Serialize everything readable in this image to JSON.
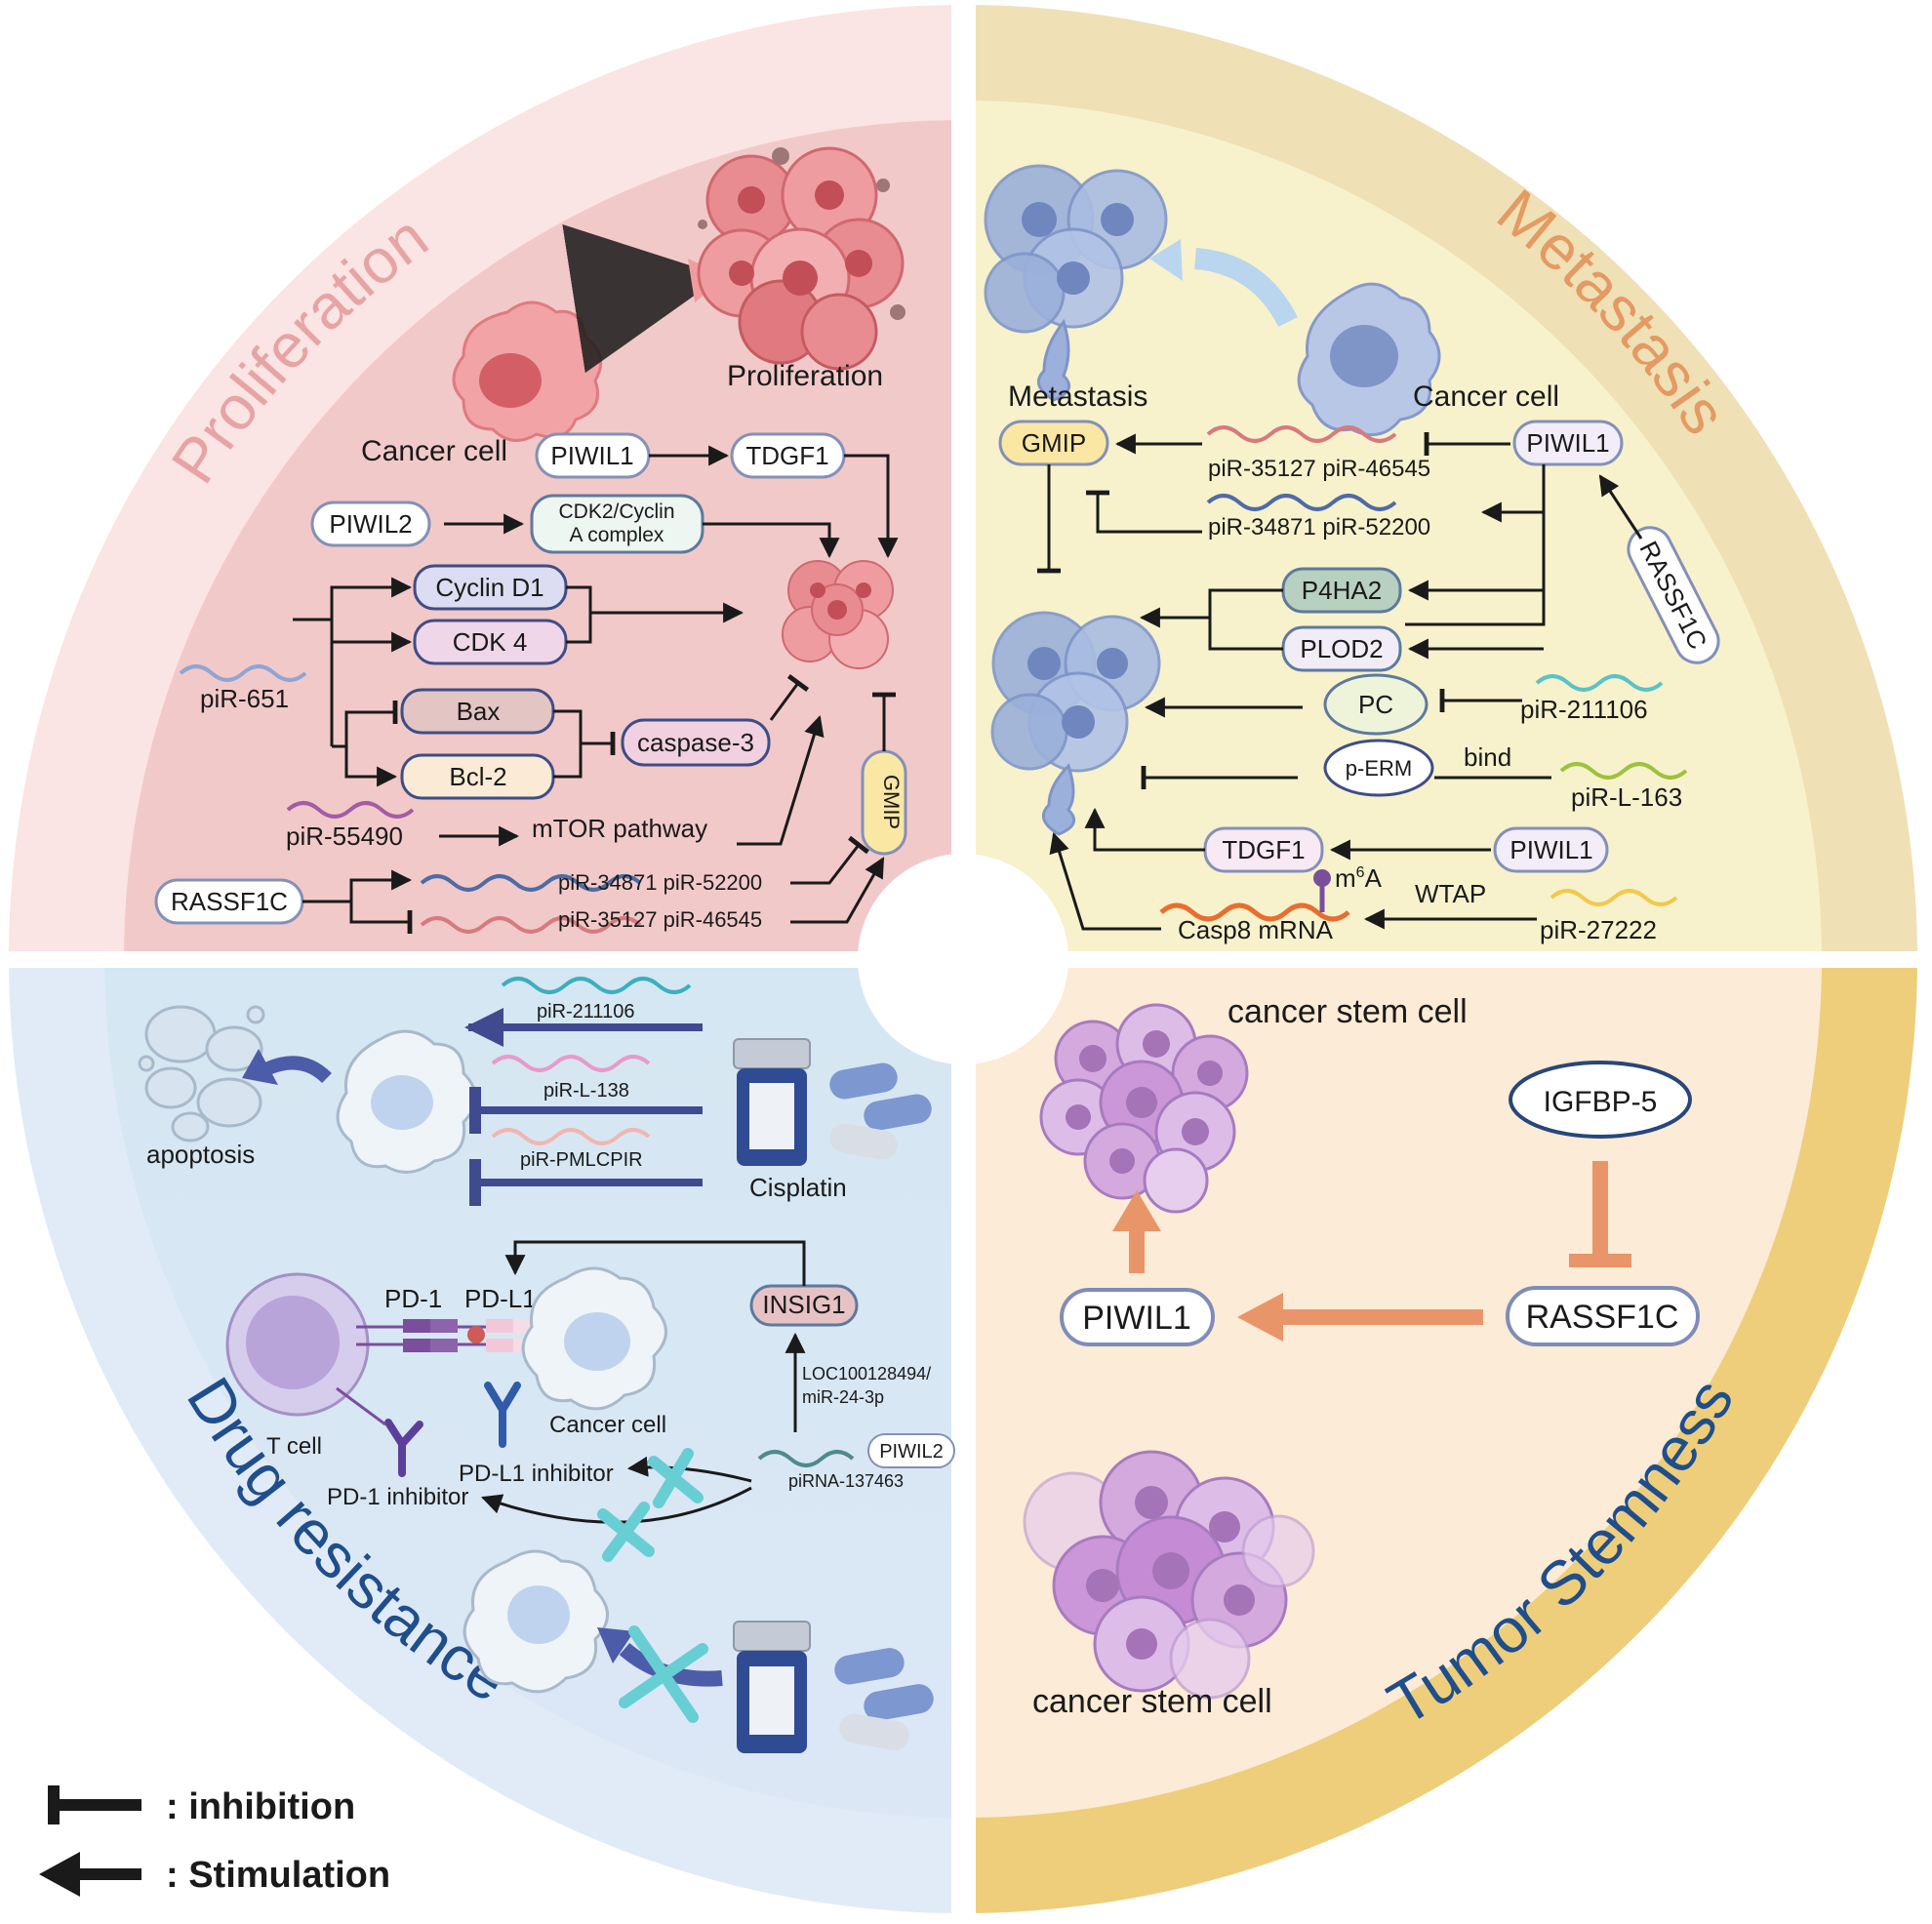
{
  "colors": {
    "proliferation_outer": "#FBE4E4",
    "proliferation_inner": "#F2C9C9",
    "metastasis_outer": "#EFE0B5",
    "metastasis_inner": "#F7F2CC",
    "drug_outer": "#E1EBF7",
    "drug_inner": "#CFE6EE",
    "stemness_outer": "#EECE7A",
    "stemness_inner": "#FCEBD6",
    "arrow": "#1A1A1A",
    "navy": "#3F4A8F",
    "orange": "#E9956A"
  },
  "quadrants": {
    "proliferation": "Proliferation",
    "metastasis": "Metastasis",
    "drug_resistance": "Drug resistance",
    "tumor_stemness": "Tumor Stemness"
  },
  "proliferation": {
    "proliferation_label": "Proliferation",
    "cancer_cell_label": "Cancer cell",
    "piwil1": "PIWIL1",
    "tdgf1": "TDGF1",
    "piwil2": "PIWIL2",
    "cdk2_line1": "CDK2/Cyclin",
    "cdk2_line2": "A complex",
    "cyclin_d1": "Cyclin D1",
    "cdk4": "CDK 4",
    "bax": "Bax",
    "bcl2": "Bcl-2",
    "caspase3": "caspase-3",
    "pir651": "piR-651",
    "pir55490": "piR-55490",
    "mtor": "mTOR  pathway",
    "gmip": "GMIP",
    "rassf1c": "RASSF1C",
    "pir_pair1": "piR-34871 piR-52200",
    "pir_pair2": "piR-35127 piR-46545"
  },
  "metastasis": {
    "metastasis_label": "Metastasis",
    "cancer_cell_label": "Cancer cell",
    "gmip": "GMIP",
    "piwil1_top": "PIWIL1",
    "pir_pair_top": "piR-35127 piR-46545",
    "pir_pair_bottom": "piR-34871 piR-52200",
    "rassf1c": "RASSF1C",
    "p4ha2": "P4HA2",
    "plod2": "PLOD2",
    "pc": "PC",
    "pir211106": "piR-211106",
    "perm": "p-ERM",
    "bind": "bind",
    "pirL163": "piR-L-163",
    "tdgf1": "TDGF1",
    "piwil1_bottom": "PIWIL1",
    "m6a": "m",
    "m6a_sup": "6",
    "m6a_a": "A",
    "wtap": "WTAP",
    "casp8": "Casp8 mRNA",
    "pir27222": "piR-27222"
  },
  "drug": {
    "pir211106": "piR-211106",
    "pirL138": "piR-L-138",
    "pirPML": "piR-PMLCPIR",
    "apoptosis": "apoptosis",
    "cisplatin": "Cisplatin",
    "pd1": "PD-1",
    "pdl1": "PD-L1",
    "insig1": "INSIG1",
    "loc_line1": "LOC100128494/",
    "loc_line2": "miR-24-3p",
    "tcell": "T cell",
    "cancer_cell": "Cancer cell",
    "pdl1_inhibitor": "PD-L1 inhibitor",
    "pd1_inhibitor": "PD-1 inhibitor",
    "piwil2": "PIWIL2",
    "pirna137463": "piRNA-137463"
  },
  "stemness": {
    "csc_top": "cancer stem cell",
    "igfbp5": "IGFBP-5",
    "piwil1": "PIWIL1",
    "rassf1c": "RASSF1C",
    "csc_bottom": "cancer stem cell"
  },
  "legend": {
    "inhibition": ": inhibition",
    "stimulation": ": Stimulation"
  }
}
